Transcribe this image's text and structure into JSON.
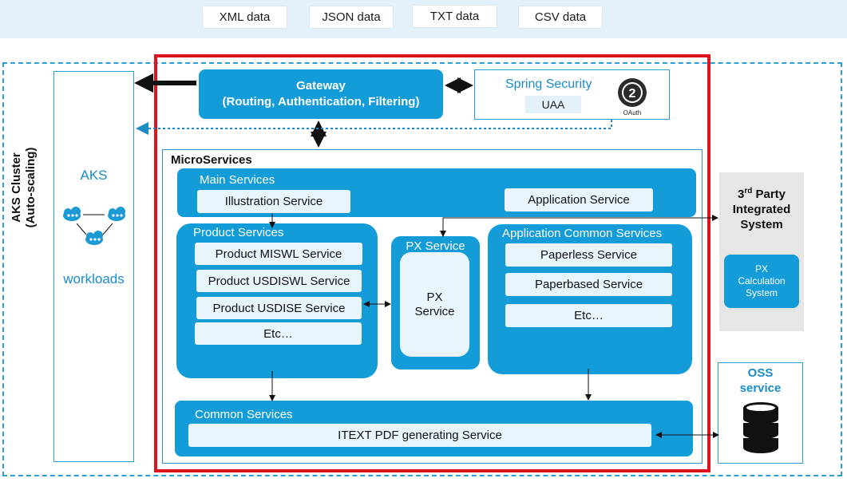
{
  "data_sources": [
    "XML data",
    "JSON data",
    "TXT data",
    "CSV data"
  ],
  "cluster": {
    "label_line1": "AKS Cluster",
    "label_line2": "(Auto-scaling)"
  },
  "aks": {
    "title": "AKS",
    "subtitle": "workloads"
  },
  "gateway": {
    "title": "Gateway",
    "subtitle": "(Routing, Authentication, Filtering)"
  },
  "spring_security": {
    "title": "Spring Security",
    "uaa": "UAA",
    "oauth_label": "OAuth",
    "oauth_number": "2"
  },
  "microservices": {
    "title": "MicroServices",
    "main": {
      "title": "Main  Services",
      "items": [
        "Illustration Service",
        "Application Service"
      ]
    },
    "product": {
      "title": "Product Services",
      "items": [
        "Product MISWL Service",
        "Product USDISWL Service",
        "Product USDISE Service",
        "Etc…"
      ]
    },
    "px": {
      "title": "PX Service",
      "inner_line1": "PX",
      "inner_line2": "Service"
    },
    "app_common": {
      "title": "Application  Common Services",
      "items": [
        "Paperless Service",
        "Paperbased Service",
        "Etc…"
      ]
    },
    "common": {
      "title": "Common Services",
      "items": [
        "ITEXT PDF generating Service"
      ]
    }
  },
  "third_party": {
    "line1_main": "3",
    "line1_sup": "rd",
    "line1_rest": " Party",
    "line2": "Integrated",
    "line3": "System",
    "px_calc": [
      "PX",
      "Calculation",
      "System"
    ]
  },
  "oss": {
    "line1": "OSS",
    "line2": "service"
  },
  "colors": {
    "accent": "#139cd8",
    "red": "#e0141e",
    "light": "#e3f2fa"
  }
}
